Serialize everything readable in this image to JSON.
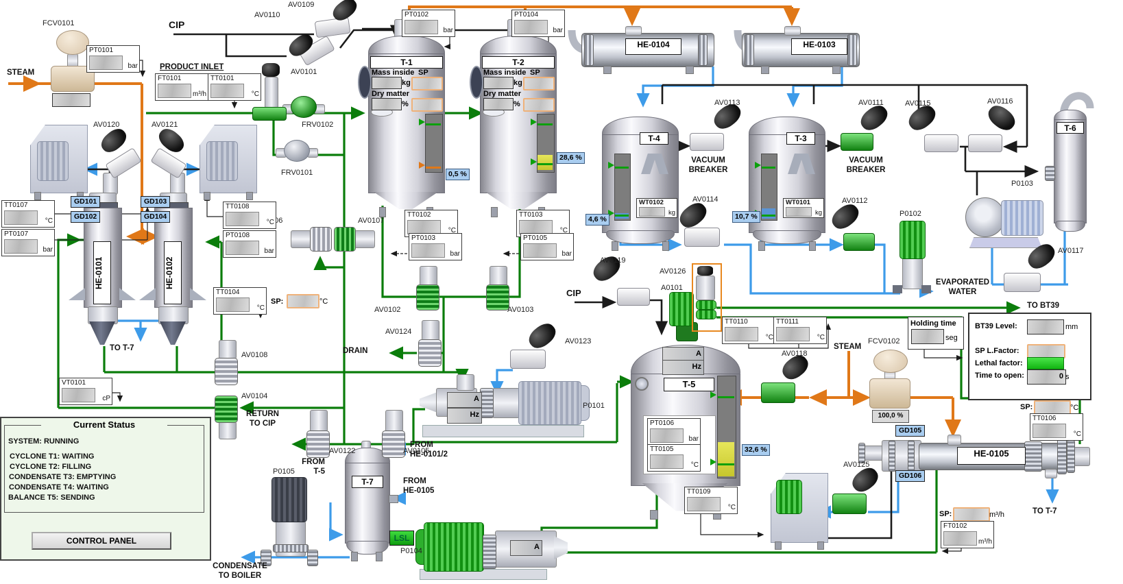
{
  "flow_labels": {
    "steam_left": "STEAM",
    "cip_top": "CIP",
    "product_inlet": "PRODUCT INLET",
    "cip_mid": "CIP",
    "drain": "DRAIN",
    "to_t7_left": "TO T-7",
    "to_t7_right": "TO T-7",
    "to_bt39": "TO BT39",
    "return_to_cip": "RETURN\nTO CIP",
    "condensate_to_boiler": "CONDENSATE\nTO BOILER",
    "from_t5": "FROM\nT-5",
    "from_he0101_2": "FROM\nHE-0101/2",
    "from_he0105": "FROM\nHE-0105",
    "vacuum_breaker": "VACUUM\nBREAKER",
    "evaporated_water": "EVAPORATED\nWATER",
    "steam_right": "STEAM"
  },
  "equipment": {
    "t1": "T-1",
    "t2": "T-2",
    "t3": "T-3",
    "t4": "T-4",
    "t5": "T-5",
    "t6": "T-6",
    "t7": "T-7",
    "he0101": "HE-0101",
    "he0102": "HE-0102",
    "he0103": "HE-0103",
    "he0104": "HE-0104",
    "he0105": "HE-0105",
    "p0101": "P0101",
    "p0102": "P0102",
    "p0103": "P0103",
    "p0104": "P0104",
    "p0105": "P0105",
    "a0101": "A0101",
    "fcv0101": "FCV0101",
    "fcv0102": "FCV0102",
    "frv0101": "FRV0101",
    "frv0102": "FRV0102"
  },
  "valves": {
    "av0101": "AV0101",
    "av0102": "AV0102",
    "av0103": "AV0103",
    "av0104": "AV0104",
    "av0105": "AV0105",
    "av0106": "AV0106",
    "av0107": "AV0107",
    "av0108": "AV0108",
    "av0109": "AV0109",
    "av0110": "AV0110",
    "av0111": "AV0111",
    "av0112": "AV0112",
    "av0113": "AV0113",
    "av0114": "AV0114",
    "av0115": "AV0115",
    "av0116": "AV0116",
    "av0117": "AV0117",
    "av0118": "AV0118",
    "av0119": "AV0119",
    "av0120": "AV0120",
    "av0121": "AV0121",
    "av0122": "AV0122",
    "av0123": "AV0123",
    "av0124": "AV0124",
    "av0125": "AV0125",
    "av0126": "AV0126"
  },
  "instruments": {
    "pt0101": {
      "label": "PT0101",
      "unit": "bar"
    },
    "ft0101": {
      "label": "FT0101",
      "unit": "m³/h"
    },
    "tt0101": {
      "label": "TT0101",
      "unit": "°C"
    },
    "pt0102": {
      "label": "PT0102",
      "unit": "bar"
    },
    "pt0104": {
      "label": "PT0104",
      "unit": "bar"
    },
    "tt0107": {
      "label": "TT0107",
      "unit": "°C"
    },
    "pt0107": {
      "label": "PT0107",
      "unit": "bar"
    },
    "tt0108": {
      "label": "TT0108",
      "unit": "°C"
    },
    "pt0108": {
      "label": "PT0108",
      "unit": "bar"
    },
    "tt0104": {
      "label": "TT0104",
      "unit": "°C"
    },
    "tt0102": {
      "label": "TT0102",
      "unit": "°C"
    },
    "pt0103": {
      "label": "PT0103",
      "unit": "bar"
    },
    "tt0103": {
      "label": "TT0103",
      "unit": "°C"
    },
    "pt0105": {
      "label": "PT0105",
      "unit": "bar"
    },
    "vt0101": {
      "label": "VT0101",
      "unit": "cP"
    },
    "wt0101": {
      "label": "WT0101",
      "unit": "kg"
    },
    "wt0102": {
      "label": "WT0102",
      "unit": "kg"
    },
    "tt0110": {
      "label": "TT0110",
      "unit": "°C"
    },
    "tt0111": {
      "label": "TT0111",
      "unit": "°C"
    },
    "pt0106": {
      "label": "PT0106",
      "unit": "bar"
    },
    "tt0105": {
      "label": "TT0105",
      "unit": "°C"
    },
    "tt0109": {
      "label": "TT0109",
      "unit": "°C"
    },
    "tt0106": {
      "label": "TT0106",
      "unit": "°C"
    },
    "ft0102": {
      "label": "FT0102",
      "unit": "m³/h"
    }
  },
  "tank_panel": {
    "mass_label": "Mass inside",
    "sp_label": "SP",
    "mass_unit": "kg",
    "dry_label": "Dry matter",
    "dry_unit": "%"
  },
  "levels": {
    "t1": "0,5 %",
    "t2": "28,6 %",
    "t3": "10,7 %",
    "t4": "4,6 %",
    "t5": "32,6 %",
    "fcv0102_pos": "100,0 %"
  },
  "pump_readouts": {
    "amps": "A",
    "hertz": "Hz"
  },
  "right_panel": {
    "bt39_label": "BT39 Level:",
    "bt39_unit": "mm",
    "sp_lfactor_label": "SP L.Factor:",
    "lethal_label": "Lethal factor:",
    "time_label": "Time to open:",
    "time_value": "0",
    "time_unit": "s",
    "holding_label": "Holding time",
    "holding_unit": "seg"
  },
  "sp": {
    "label": "SP:",
    "temp_unit": "°C",
    "flow_unit": "m³/h"
  },
  "status_panel": {
    "title": "Current Status",
    "system": "SYSTEM: RUNNING",
    "lines": [
      "CYCLONE T1:  WAITING",
      "CYCLONE T2:  FILLING",
      "CONDENSATE T3: EMPTYING",
      "CONDENSATE T4:  WAITING",
      "BALANCE T5:  SENDING"
    ],
    "button": "CONTROL PANEL"
  },
  "tags": {
    "gd101": "GD101",
    "gd102": "GD102",
    "gd103": "GD103",
    "gd104": "GD104",
    "gd105": "GD105",
    "gd106": "GD106",
    "lsl": "LSL"
  }
}
